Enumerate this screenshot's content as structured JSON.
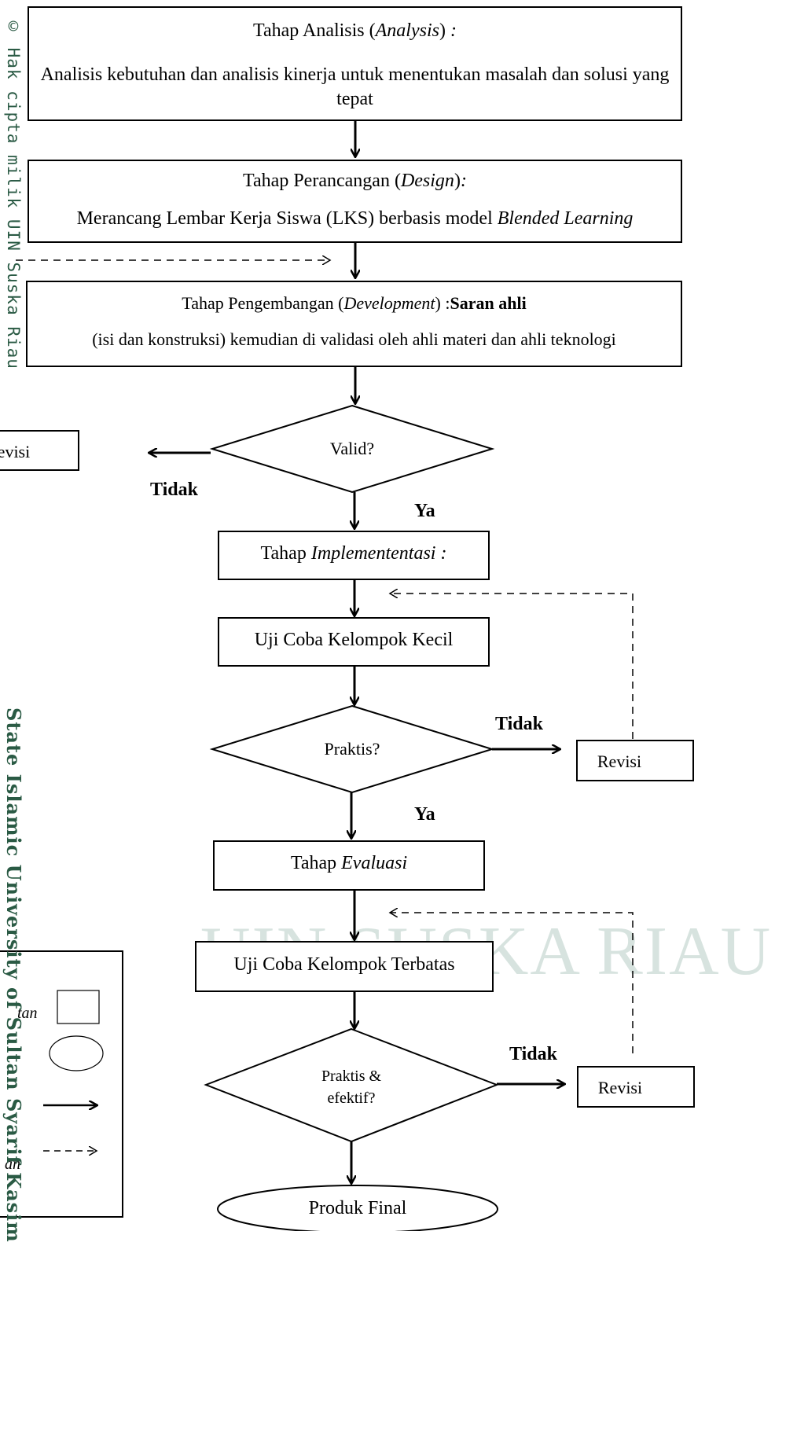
{
  "watermark": {
    "text": "UIN SUSKA RIAU"
  },
  "sidebar": {
    "line1": "© Hak cipta milik UIN Suska Riau",
    "line2": "State Islamic University of Sultan Syarif Kasim"
  },
  "analysis": {
    "title_prefix": "Tahap Analisis (",
    "title_italic": "Analysis",
    "title_suffix": ")",
    "title_colon": " :",
    "body": "Analisis kebutuhan dan analisis kinerja untuk menentukan masalah dan solusi yang tepat"
  },
  "design": {
    "title_prefix": "Tahap Perancangan (",
    "title_italic": "Design",
    "title_suffix": ")",
    "title_colon": ":",
    "body_prefix": "Merancang Lembar Kerja Siswa (LKS) berbasis model ",
    "body_italic": "Blended Learning"
  },
  "development": {
    "title_prefix": "Tahap Pengembangan (",
    "title_italic": "Development",
    "title_suffix": ") :",
    "title_bold": "Saran ahli",
    "body": "(isi dan konstruksi) kemudian di validasi oleh ahli materi dan ahli teknologi"
  },
  "decisions": {
    "valid": "Valid?",
    "praktis": "Praktis?",
    "praktis_efektif_line1": "Praktis &",
    "praktis_efektif_line2": "efektif?"
  },
  "labels": {
    "tidak": "Tidak",
    "ya": "Ya",
    "revisi": "Revisi"
  },
  "implementation": {
    "prefix": "Tahap ",
    "italic": "Implemententasi :"
  },
  "small_group": "Uji Coba Kelompok Kecil",
  "evaluation": {
    "prefix": "Tahap ",
    "italic": "Evaluasi"
  },
  "limited_group": "Uji Coba Kelompok Terbatas",
  "final": "Produk Final",
  "legend": {
    "frag1": "tan",
    "frag2": "an"
  }
}
